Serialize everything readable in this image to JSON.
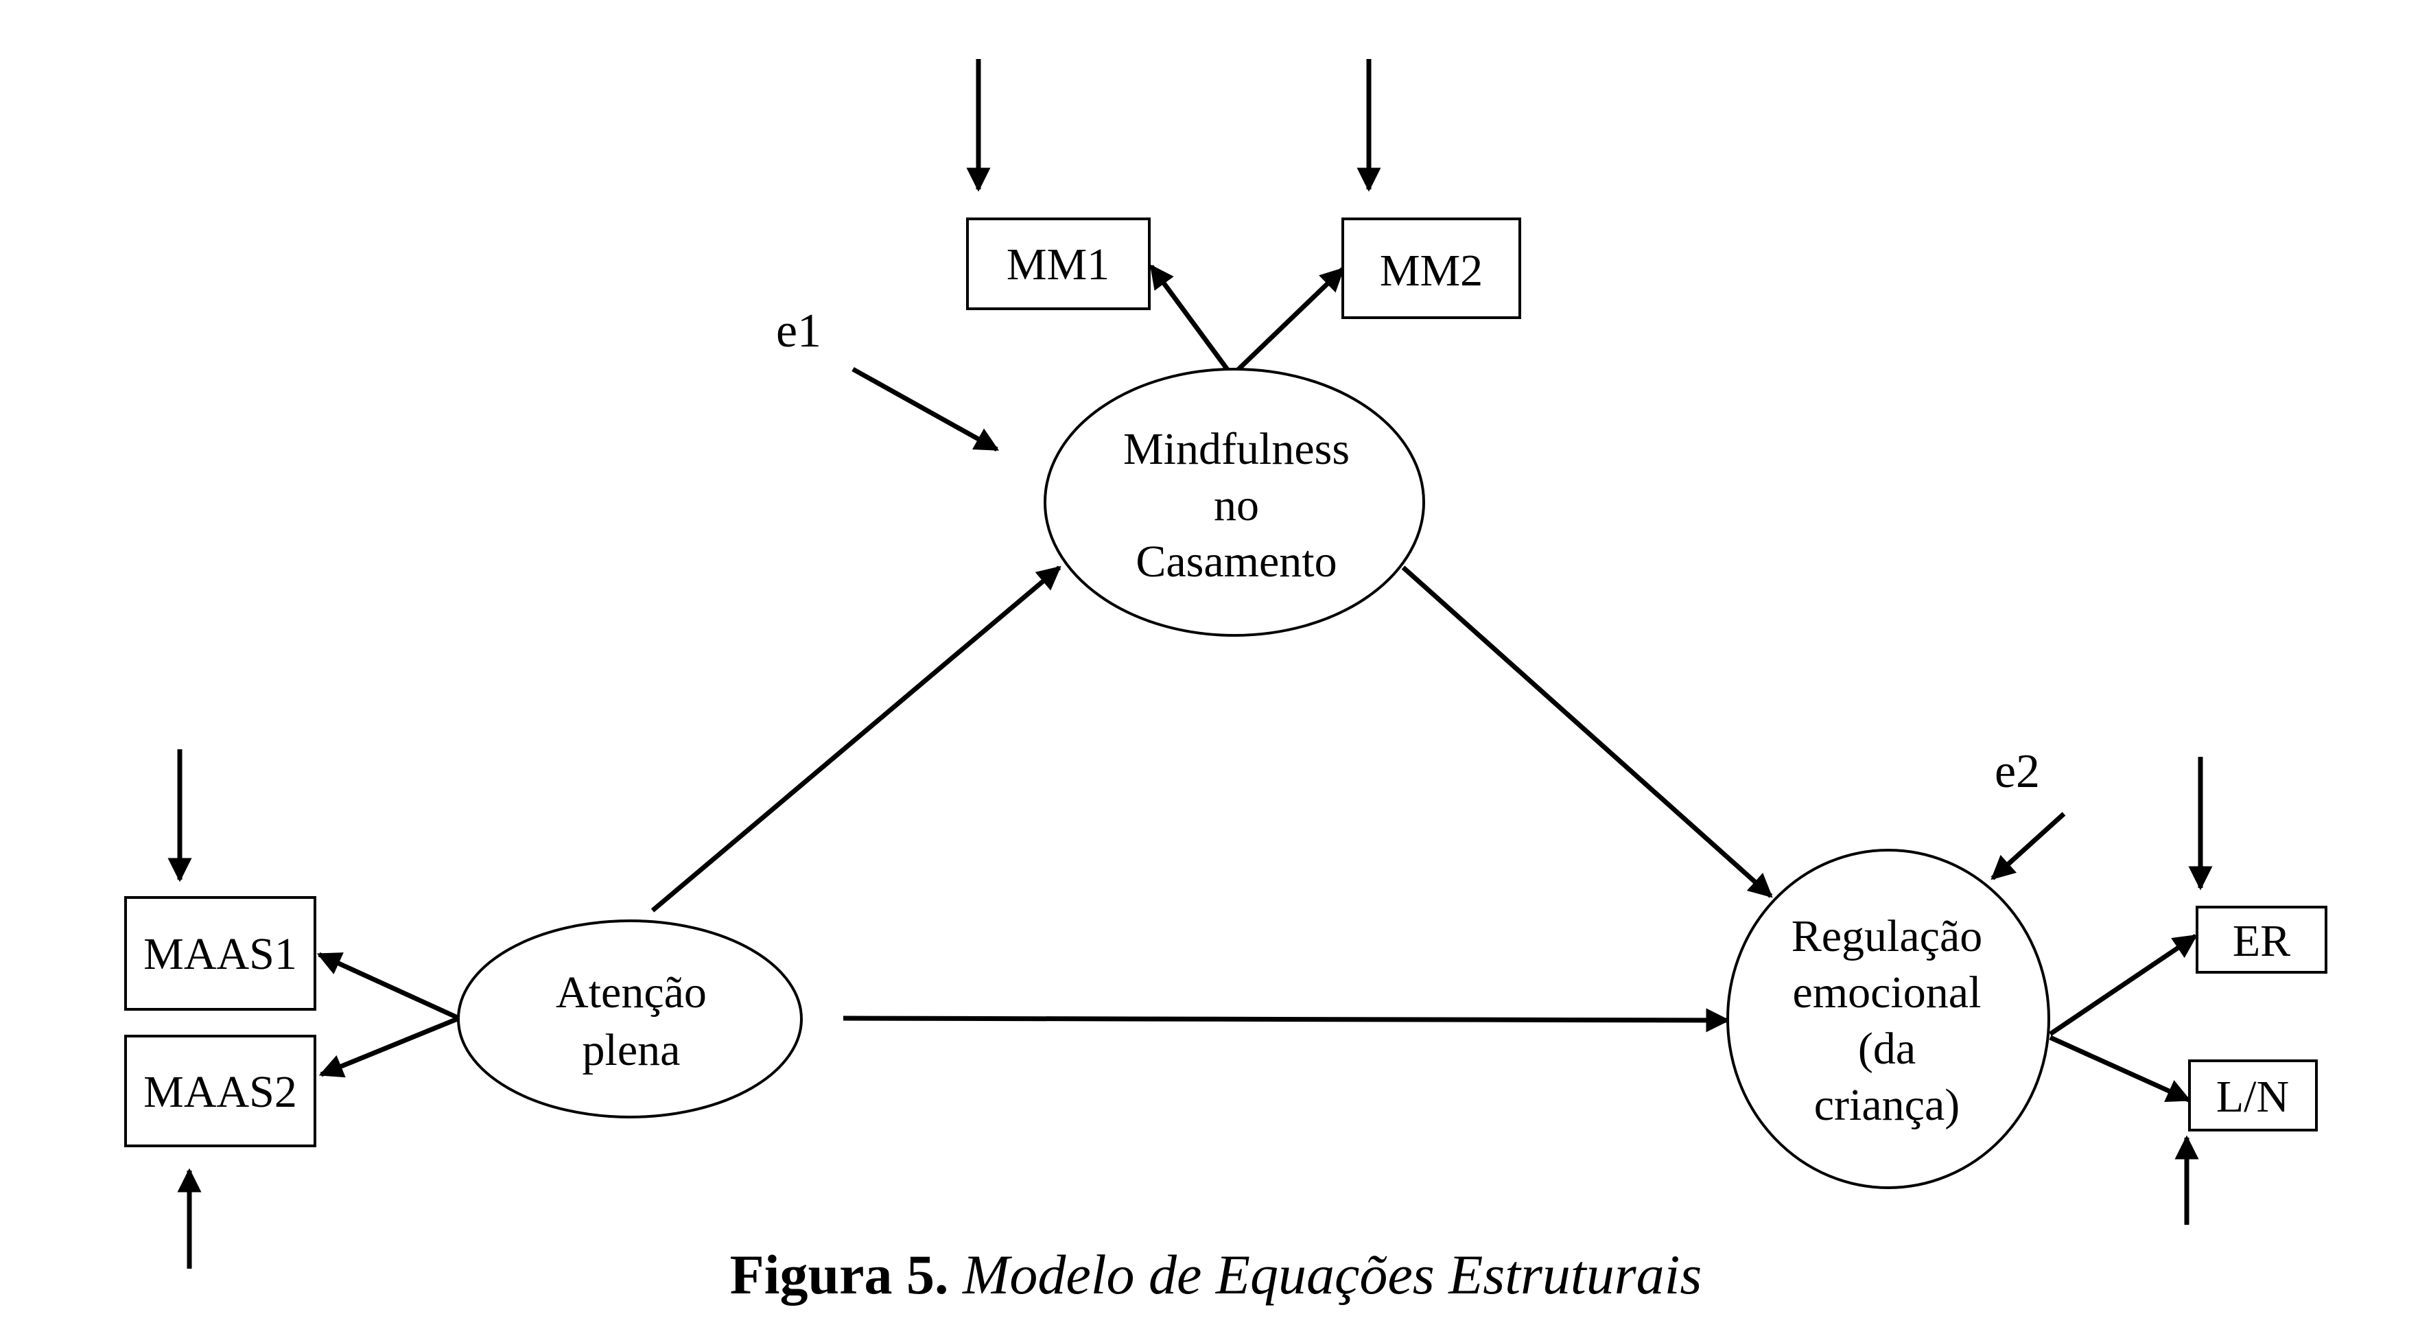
{
  "diagram": {
    "type": "structural-equation-model",
    "latent_variables": [
      {
        "id": "mindfulness",
        "lines": [
          "Mindfulness",
          "no",
          "Casamento"
        ]
      },
      {
        "id": "atencao",
        "lines": [
          "Atenção",
          "plena"
        ]
      },
      {
        "id": "regulacao",
        "lines": [
          "Regulação",
          "emocional",
          "(da",
          "criança)"
        ]
      }
    ],
    "observed_variables": [
      {
        "id": "mm1",
        "label": "MM1"
      },
      {
        "id": "mm2",
        "label": "MM2"
      },
      {
        "id": "maas1",
        "label": "MAAS1"
      },
      {
        "id": "maas2",
        "label": "MAAS2"
      },
      {
        "id": "er",
        "label": "ER"
      },
      {
        "id": "ln",
        "label": "L/N"
      }
    ],
    "error_terms": [
      {
        "id": "e1",
        "label": "e1",
        "target": "mindfulness"
      },
      {
        "id": "e2",
        "label": "e2",
        "target": "regulacao"
      }
    ],
    "edges": [
      {
        "from": "atencao",
        "to": "mindfulness"
      },
      {
        "from": "mindfulness",
        "to": "regulacao"
      },
      {
        "from": "atencao",
        "to": "regulacao"
      },
      {
        "from": "mindfulness",
        "to": "mm1"
      },
      {
        "from": "mindfulness",
        "to": "mm2"
      },
      {
        "from": "atencao",
        "to": "maas1"
      },
      {
        "from": "atencao",
        "to": "maas2"
      },
      {
        "from": "regulacao",
        "to": "er"
      },
      {
        "from": "regulacao",
        "to": "ln"
      }
    ]
  },
  "caption": {
    "prefix": "Figura 5.",
    "title": "Modelo de Equações Estruturais"
  }
}
